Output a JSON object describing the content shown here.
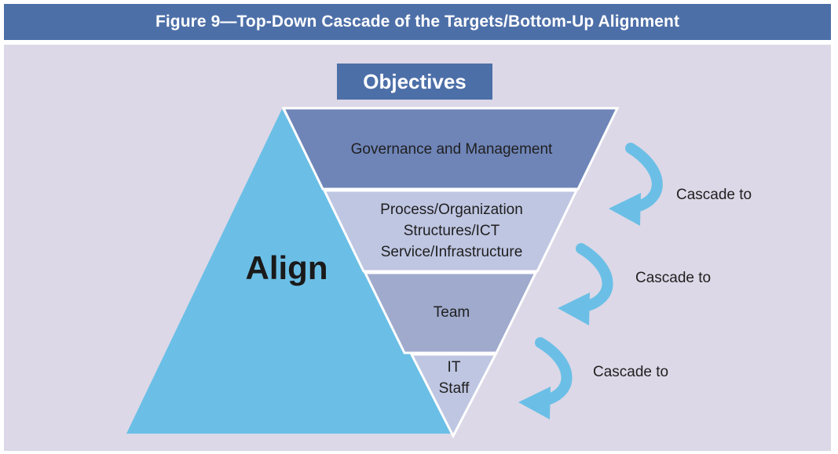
{
  "title": "Figure  9—Top-Down Cascade of the Targets/Bottom-Up Alignment",
  "objectives": "Objectives",
  "align": "Align",
  "layers": [
    {
      "lines": [
        "Governance and Management"
      ],
      "color": "#6f85b8"
    },
    {
      "lines": [
        "Process/Organization",
        "Structures/ICT",
        "Service/Infrastructure"
      ],
      "color": "#bfc6e2"
    },
    {
      "lines": [
        "Team"
      ],
      "color": "#9faacd"
    },
    {
      "lines": [
        "IT",
        "Staff"
      ],
      "color": "#bfc6e2"
    }
  ],
  "cascades": [
    {
      "label": "Cascade to"
    },
    {
      "label": "Cascade to"
    },
    {
      "label": "Cascade to"
    }
  ],
  "colors": {
    "title_bar": "#4d6fa8",
    "panel": "#dcd8e7",
    "align_triangle": "#6bbfe6",
    "arrow": "#6bbfe6"
  }
}
